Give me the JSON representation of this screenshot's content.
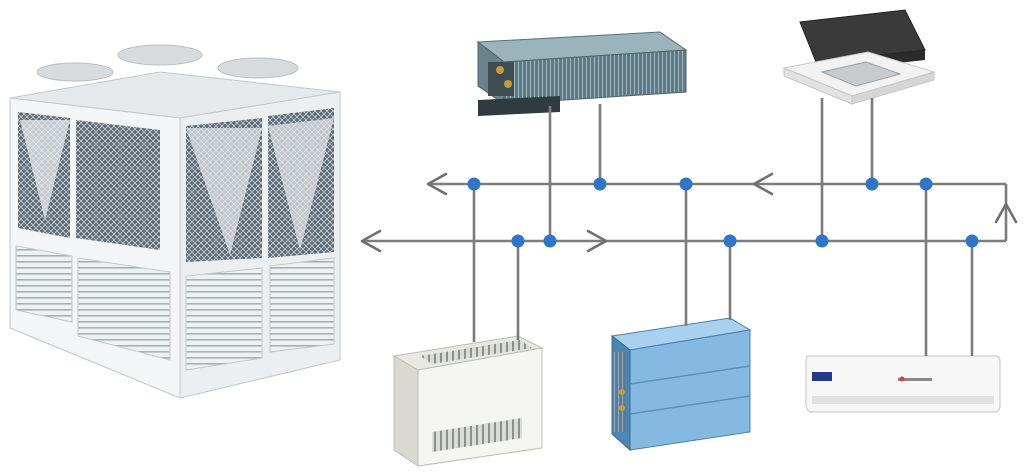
{
  "diagram": {
    "colors": {
      "background": "#ffffff",
      "pipe": "#7c7c7c",
      "junction": "#2f77c4",
      "arrow": "#707070",
      "chiller_body": "#f2f4f5",
      "chiller_grille": "#4a4f55",
      "ducted_unit": "#6f8d96",
      "cassette_top": "#3b3b3b",
      "floor_unit": "#f3f3ef",
      "air_handler": "#7fb4de",
      "wall_unit": "#f7f7f7"
    },
    "flow_directions": [
      "left-on-supply-line",
      "right-on-return-line",
      "up-on-loop-end"
    ],
    "wall_unit_badge": "ice-blue"
  }
}
